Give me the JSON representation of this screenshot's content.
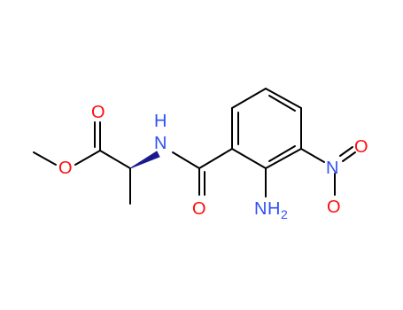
{
  "molecule": {
    "atoms": {
      "ester_carbonyl_o": "O",
      "ester_ether_o": "O",
      "amide_n": "N",
      "amide_h": "H",
      "amide_carbonyl_o": "O",
      "amine_n": "N",
      "amine_h": "H",
      "amine_subscript": "2",
      "nitro_n": "N",
      "nitro_o_upper": "O",
      "nitro_o_lower": "O"
    },
    "colors": {
      "bond": "#000000",
      "oxygen": "#ff0d0d",
      "nitrogen": "#3050f8",
      "wedge": "#1a1a8c"
    }
  }
}
